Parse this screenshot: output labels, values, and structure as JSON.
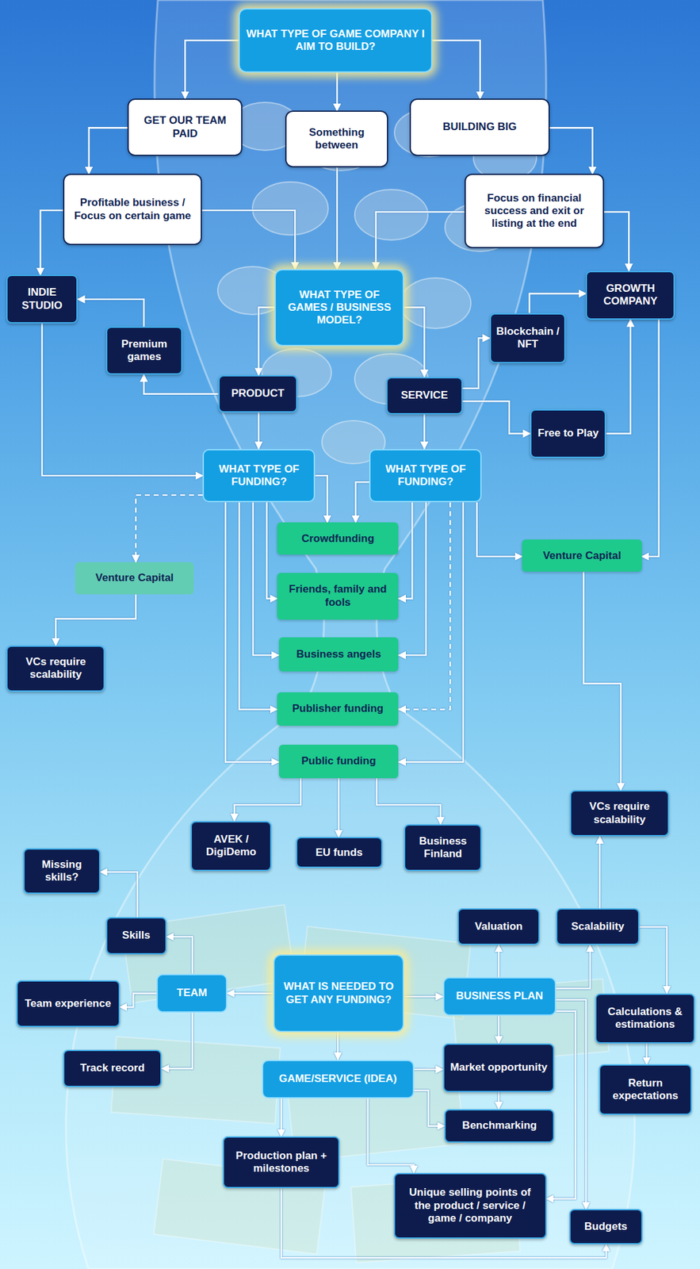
{
  "diagram": {
    "nodes": [
      {
        "text": [
          "WHAT TYPE OF GAME COMPANY I AIM TO BUILD?"
        ]
      },
      {
        "text": [
          "GET OUR TEAM PAID"
        ]
      },
      {
        "text": [
          "Something between"
        ]
      },
      {
        "text": [
          "BUILDING BIG"
        ]
      },
      {
        "text": [
          "Profitable business / Focus on certain game"
        ]
      },
      {
        "text": [
          "Focus on financial success and exit or listing at the end"
        ]
      },
      {
        "text": [
          "INDIE STUDIO"
        ]
      },
      {
        "text": [
          "WHAT TYPE OF GAMES / BUSINESS MODEL?"
        ]
      },
      {
        "text": [
          "GROWTH COMPANY"
        ]
      },
      {
        "text": [
          "Premium games"
        ]
      },
      {
        "text": [
          "Blockchain / NFT"
        ]
      },
      {
        "text": [
          "PRODUCT"
        ]
      },
      {
        "text": [
          "SERVICE"
        ]
      },
      {
        "text": [
          "Free to Play"
        ]
      },
      {
        "text": [
          "WHAT TYPE OF FUNDING?"
        ]
      },
      {
        "text": [
          "WHAT TYPE OF FUNDING?"
        ]
      },
      {
        "text": [
          "Crowdfunding"
        ]
      },
      {
        "text": [
          "Venture Capital"
        ]
      },
      {
        "text": [
          "Venture Capital"
        ]
      },
      {
        "text": [
          "Friends, family and fools"
        ]
      },
      {
        "text": [
          "VCs require scalability"
        ]
      },
      {
        "text": [
          "Business angels"
        ]
      },
      {
        "text": [
          "Publisher funding"
        ]
      },
      {
        "text": [
          "Public funding"
        ]
      },
      {
        "text": [
          "VCs require scalability"
        ]
      },
      {
        "text": [
          "AVEK / DigiDemo"
        ]
      },
      {
        "text": [
          "EU funds"
        ]
      },
      {
        "text": [
          "Business Finland"
        ]
      },
      {
        "text": [
          "Missing skills?"
        ]
      },
      {
        "text": [
          "Valuation"
        ]
      },
      {
        "text": [
          "Scalability"
        ]
      },
      {
        "text": [
          "Skills"
        ]
      },
      {
        "text": [
          "WHAT IS NEEDED TO GET ANY FUNDING?"
        ]
      },
      {
        "text": [
          "TEAM"
        ]
      },
      {
        "text": [
          "BUSINESS PLAN"
        ]
      },
      {
        "text": [
          "Team experience"
        ]
      },
      {
        "text": [
          "Calculations & estimations"
        ]
      },
      {
        "text": [
          "Market opportunity"
        ]
      },
      {
        "text": [
          "Track record"
        ]
      },
      {
        "text": [
          "GAME/SERVICE (IDEA)"
        ]
      },
      {
        "text": [
          "Return expectations"
        ]
      },
      {
        "text": [
          "Benchmarking"
        ]
      },
      {
        "text": [
          "Production plan + milestones"
        ]
      },
      {
        "text": [
          "Unique selling points of the product / service / game / company"
        ]
      },
      {
        "text": [
          "Budgets"
        ]
      }
    ],
    "edges": [
      {
        "from": 0,
        "to": 1,
        "arrow": "to"
      },
      {
        "from": 0,
        "to": 2,
        "arrow": "to"
      },
      {
        "from": 0,
        "to": 3,
        "arrow": "to"
      },
      {
        "from": 1,
        "to": 4,
        "arrow": "to"
      },
      {
        "from": 3,
        "to": 5,
        "arrow": "to"
      },
      {
        "from": 4,
        "to": 6,
        "arrow": "to"
      },
      {
        "from": 4,
        "to": 7,
        "arrow": "to"
      },
      {
        "from": 2,
        "to": 7,
        "arrow": "to"
      },
      {
        "from": 5,
        "to": 7,
        "arrow": "to"
      },
      {
        "from": 5,
        "to": 8,
        "arrow": "to"
      },
      {
        "from": 7,
        "to": 11,
        "arrow": "to"
      },
      {
        "from": 7,
        "to": 12,
        "arrow": "to"
      },
      {
        "from": 11,
        "to": 9,
        "arrow": "to"
      },
      {
        "from": 9,
        "to": 6,
        "arrow": "to"
      },
      {
        "from": 12,
        "to": 10,
        "arrow": "to"
      },
      {
        "from": 10,
        "to": 8,
        "arrow": "to"
      },
      {
        "from": 12,
        "to": 13,
        "arrow": "to"
      },
      {
        "from": 13,
        "to": 8,
        "arrow": "to"
      },
      {
        "from": 11,
        "to": 14,
        "arrow": "to"
      },
      {
        "from": 12,
        "to": 15,
        "arrow": "to"
      },
      {
        "from": 6,
        "to": 14,
        "arrow": "to"
      },
      {
        "from": 14,
        "to": 16,
        "arrow": "to"
      },
      {
        "from": 14,
        "to": 19,
        "arrow": "to"
      },
      {
        "from": 14,
        "to": 21,
        "arrow": "to"
      },
      {
        "from": 14,
        "to": 22,
        "arrow": "to"
      },
      {
        "from": 14,
        "to": 23,
        "arrow": "to"
      },
      {
        "from": 14,
        "to": 17,
        "arrow": "to"
      },
      {
        "from": 17,
        "to": 20,
        "arrow": "to"
      },
      {
        "from": 15,
        "to": 16,
        "arrow": "to"
      },
      {
        "from": 15,
        "to": 19,
        "arrow": "to"
      },
      {
        "from": 15,
        "to": 21,
        "arrow": "to"
      },
      {
        "from": 15,
        "to": 22,
        "arrow": "to"
      },
      {
        "from": 15,
        "to": 23,
        "arrow": "to"
      },
      {
        "from": 15,
        "to": 18,
        "arrow": "to"
      },
      {
        "from": 8,
        "to": 18,
        "arrow": "to"
      },
      {
        "from": 18,
        "to": 24,
        "arrow": "to"
      },
      {
        "from": 23,
        "to": 25,
        "arrow": "to"
      },
      {
        "from": 23,
        "to": 26,
        "arrow": "to"
      },
      {
        "from": 23,
        "to": 27,
        "arrow": "to"
      },
      {
        "from": 32,
        "to": 33,
        "arrow": "to"
      },
      {
        "from": 32,
        "to": 34,
        "arrow": "to"
      },
      {
        "from": 32,
        "to": 39,
        "arrow": "to"
      },
      {
        "from": 33,
        "to": 31,
        "arrow": "to"
      },
      {
        "from": 31,
        "to": 28,
        "arrow": "to"
      },
      {
        "from": 33,
        "to": 35,
        "arrow": "to"
      },
      {
        "from": 33,
        "to": 38,
        "arrow": "to"
      },
      {
        "from": 34,
        "to": 29,
        "arrow": "to"
      },
      {
        "from": 34,
        "to": 30,
        "arrow": "to"
      },
      {
        "from": 30,
        "to": 24,
        "arrow": "to"
      },
      {
        "from": 30,
        "to": 36,
        "arrow": "to"
      },
      {
        "from": 36,
        "to": 40,
        "arrow": "to"
      },
      {
        "from": 34,
        "to": 37,
        "arrow": "to"
      },
      {
        "from": 37,
        "to": 41,
        "arrow": "to"
      },
      {
        "from": 34,
        "to": 43,
        "arrow": "to"
      },
      {
        "from": 34,
        "to": 44,
        "arrow": "to"
      },
      {
        "from": 39,
        "to": 37,
        "arrow": "to"
      },
      {
        "from": 39,
        "to": 41,
        "arrow": "to"
      },
      {
        "from": 39,
        "to": 42,
        "arrow": "to"
      },
      {
        "from": 39,
        "to": 43,
        "arrow": "to"
      },
      {
        "from": 42,
        "to": 44,
        "arrow": "to"
      }
    ]
  }
}
